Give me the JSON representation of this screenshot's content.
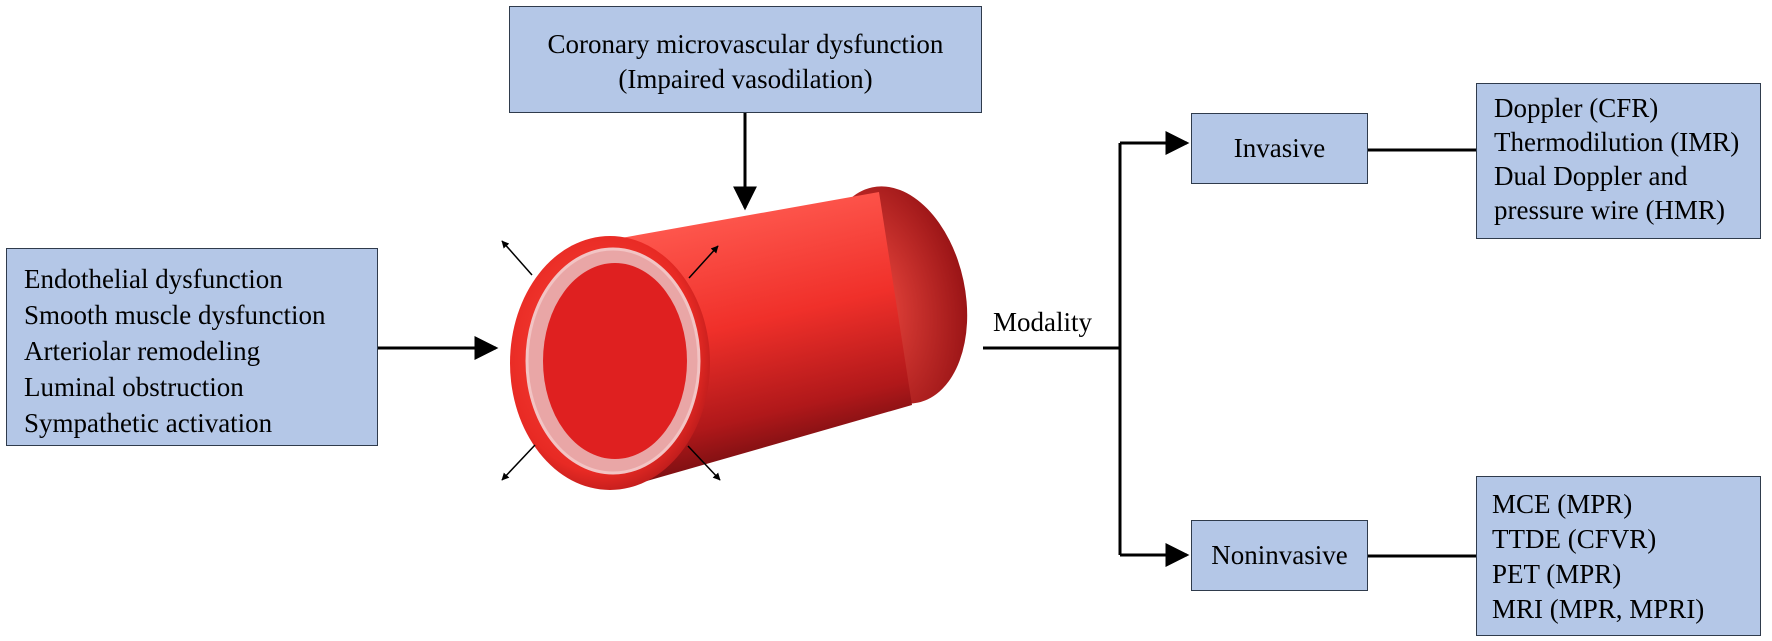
{
  "top_box": {
    "lines": [
      "Coronary microvascular dysfunction",
      "(Impaired vasodilation)"
    ]
  },
  "mechanisms_box": {
    "lines": [
      "Endothelial dysfunction",
      "Smooth muscle dysfunction",
      "Arteriolar remodeling",
      "Luminal obstruction",
      "Sympathetic activation"
    ]
  },
  "modality_label": "Modality",
  "invasive": {
    "label": "Invasive",
    "methods": [
      "Doppler (CFR)",
      "Thermodilution (IMR)",
      "Dual Doppler and",
      "pressure wire (HMR)"
    ]
  },
  "noninvasive": {
    "label": "Noninvasive",
    "methods": [
      "MCE (MPR)",
      "TTDE (CFVR)",
      "PET (MPR)",
      "MRI (MPR, MPRI)"
    ]
  },
  "colors": {
    "box_fill": "#b4c7e7",
    "box_border": "#2f3b4c",
    "vessel_red": "#e8302b",
    "vessel_lumen": "#df2020",
    "vessel_wall": "#e9a6a6"
  },
  "icons": [
    "blood-vessel-illustration",
    "dilation-arrows"
  ]
}
